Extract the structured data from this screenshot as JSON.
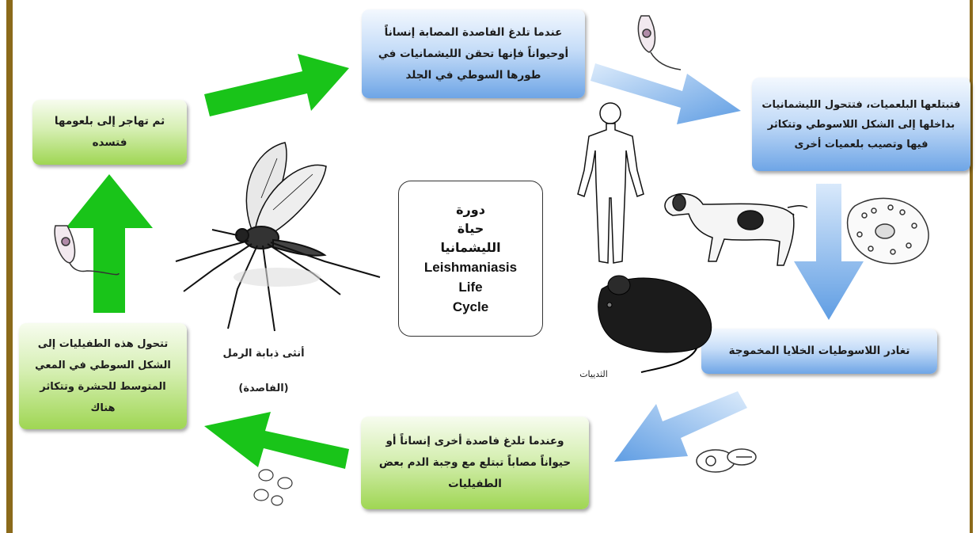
{
  "cycle_title": {
    "arabic_line1": "دورة",
    "arabic_line2": "حياة",
    "arabic_line3": "الليشمانيا",
    "english_line1": "Leishmaniasis",
    "english_line2": "Life",
    "english_line3": "Cycle"
  },
  "steps": {
    "top_bite": "عندما تلدغ الفاصدة المصابة إنساناً أوحيواناً فإنها تحقن الليشمانيات في طورها السوطي في الجلد",
    "phagocytosis": "فتبتلعها البلعميات، فتتحول الليشمانيات بداخلها إلى الشكل اللاسوطي وتتكاثر فيها وتصيب بلعميات أخرى",
    "exit_cells": "تغادر اللاسوطيات الخلايا المخموجة",
    "bottom_bite": "وعندما تلدغ فاصدة أخرى إنساناً أو حيواناً مصاباً تبتلع مع وجبة الدم بعض الطفيليات",
    "transform": "تتحول هذه الطفيليات إلى الشكل السوطي في المعي المتوسط للحشرة وتتكاثر هناك",
    "migrate": "ثم تهاجر إلى بلعومها فتسده"
  },
  "labels": {
    "sandfly_name": "أنثى ذبابة الرمل",
    "sandfly_alt": "(الفاصدة)",
    "mammals": "الثدييات"
  },
  "colors": {
    "green_arrow": "#19c419",
    "blue_arrow": "#6aa6e6",
    "frame": "#8b6a1b"
  }
}
